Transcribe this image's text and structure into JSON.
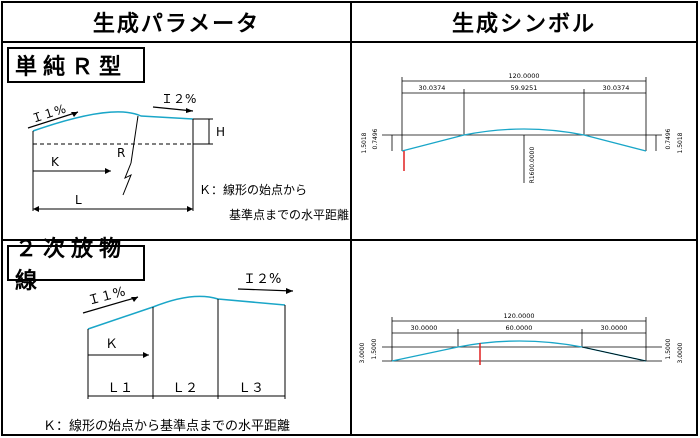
{
  "headers": {
    "left": "生成パラメータ",
    "right": "生成シンボル"
  },
  "row1": {
    "title": "単純Ｒ型",
    "param": {
      "grade1": "Ｉ１%",
      "grade2": "Ｉ２%",
      "h": "H",
      "r": "R",
      "k": "K",
      "l": "L",
      "note_line1": "Ｋ：線形の始点から",
      "note_line2": "基準点までの水平距離"
    },
    "symbol": {
      "total": "120.0000",
      "seg1": "30.0374",
      "seg2": "59.9251",
      "seg3": "30.0374",
      "left_h1": "1.5018",
      "left_h2": "0.7496",
      "right_h1": "0.7496",
      "right_h2": "1.5018",
      "radius": "R1600.0000"
    }
  },
  "row2": {
    "title": "２次放物線",
    "param": {
      "grade1": "Ｉ１%",
      "grade2": "Ｉ２%",
      "k": "Ｋ",
      "l1": "Ｌ１",
      "l2": "Ｌ２",
      "l3": "Ｌ３",
      "note": "Ｋ：線形の始点から基準点までの水平距離"
    },
    "symbol": {
      "total": "120.0000",
      "seg1": "30.0000",
      "seg2": "60.0000",
      "seg3": "30.0000",
      "left_h1": "3.0000",
      "left_h2": "1.5000",
      "right_h1": "1.5000",
      "right_h2": "3.0000"
    }
  },
  "colors": {
    "curve": "#1aa6c8",
    "marker": "#e02020",
    "line": "#000000"
  }
}
